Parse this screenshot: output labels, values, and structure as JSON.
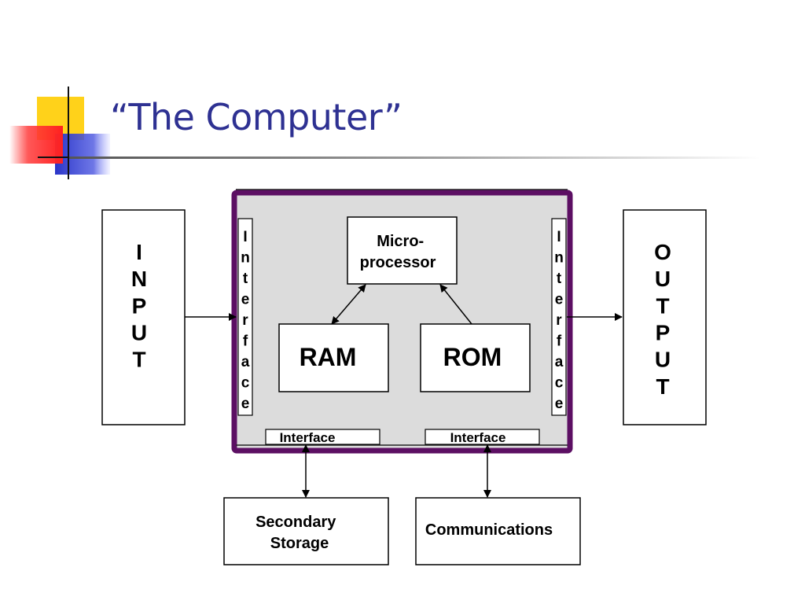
{
  "slide": {
    "title": "“The Computer”"
  },
  "colors": {
    "title": "#2e3192",
    "accent_yellow": "#ffd21a",
    "accent_red": "#ff3030",
    "accent_blue": "#2a35c8",
    "frame": "#5c0f63",
    "system_fill": "#dcdcdc"
  },
  "diagram": {
    "input": "INPUT",
    "output": "OUTPUT",
    "interface_vertical": "Interface",
    "microprocessor": [
      "Micro-",
      "processor"
    ],
    "ram": "RAM",
    "rom": "ROM",
    "interface_bottom_left": "Interface",
    "interface_bottom_right": "Interface",
    "secondary_storage": [
      "Secondary",
      "Storage"
    ],
    "communications": "Communications"
  }
}
